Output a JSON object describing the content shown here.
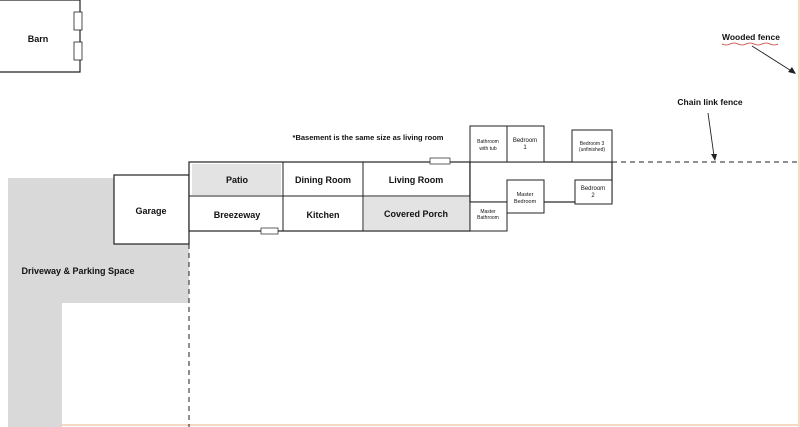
{
  "labels": {
    "barn": "Barn",
    "wooded_fence": "Wooded fence",
    "chain_link_fence": "Chain link fence",
    "basement_note": "*Basement is the same size as living room",
    "driveway": "Driveway & Parking Space"
  },
  "rooms": {
    "garage": "Garage",
    "patio": "Patio",
    "breezeway": "Breezeway",
    "dining_room": "Dining Room",
    "kitchen": "Kitchen",
    "living_room": "Living Room",
    "covered_porch": "Covered Porch",
    "bathroom_tub_1": "Bathroom",
    "bathroom_tub_2": "with tub",
    "bedroom1_1": "Bedroom",
    "bedroom1_2": "1",
    "master_bedroom_1": "Master",
    "master_bedroom_2": "Bedroom",
    "master_bathroom_1": "Master",
    "master_bathroom_2": "Bathroom",
    "bedroom3_1": "Bedroom 3",
    "bedroom3_2": "(unfinished)",
    "bedroom2_1": "Bedroom",
    "bedroom2_2": "2"
  },
  "colors": {
    "shaded_area": "#d9d9d9",
    "wall": "#222222",
    "annotation_red": "#c0392b",
    "edge_peach": "#f3d9c4"
  }
}
